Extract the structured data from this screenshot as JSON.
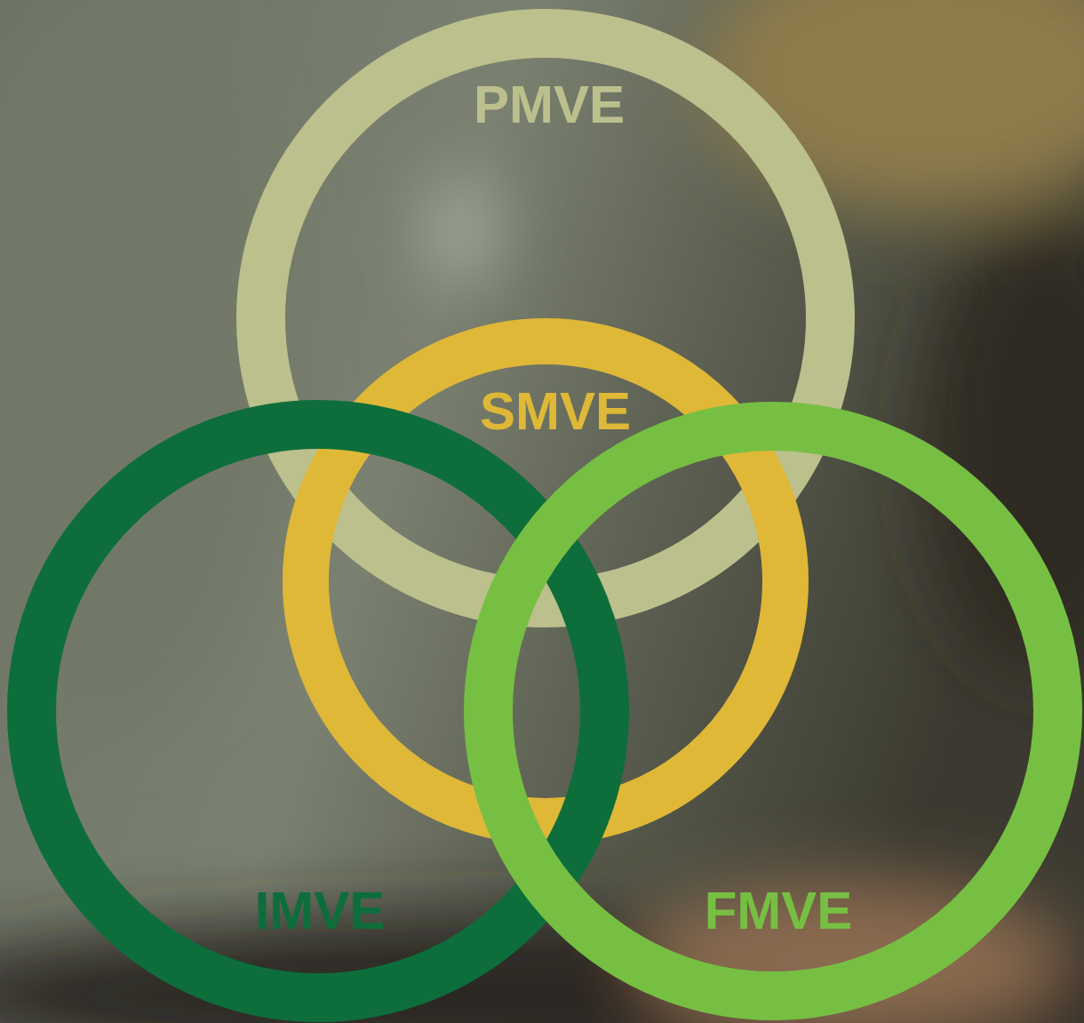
{
  "diagram": {
    "nodes": [
      {
        "text": [
          "PMVE"
        ]
      },
      {
        "text": [
          "SMVE"
        ]
      },
      {
        "text": [
          "IMVE"
        ]
      },
      {
        "text": [
          "FMVE"
        ]
      }
    ]
  }
}
